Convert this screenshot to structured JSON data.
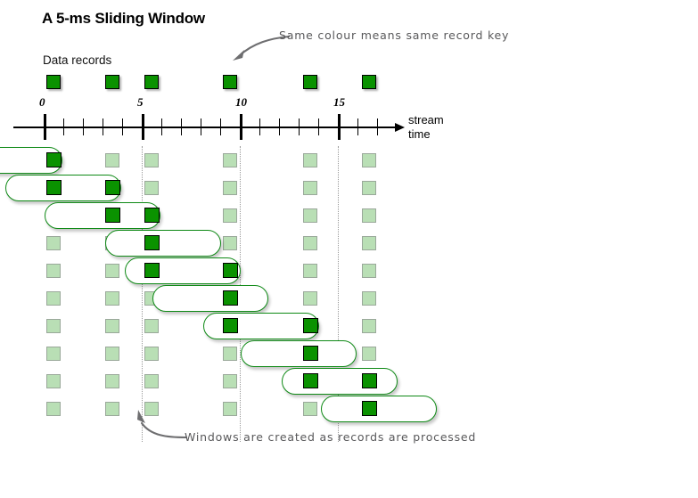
{
  "title": "A 5-ms Sliding Window",
  "records_label": "Data records",
  "axis": {
    "caption_line1": "stream",
    "caption_line2": "time",
    "tick_labels": [
      "0",
      "5",
      "10",
      "15"
    ],
    "tick_values": [
      0,
      5,
      10,
      15
    ],
    "minor_tick_step": 1,
    "range": [
      -0.6,
      18.6
    ]
  },
  "annotations": {
    "top": "Same colour means same record key",
    "bottom": "Windows are created as records are processed"
  },
  "colors": {
    "record_fill": "#0a9200",
    "record_border": "#000000",
    "ghost_fill": "#b9dfb5",
    "ghost_border": "#9aa89a",
    "window_border": "#0f8a16",
    "annotation_text": "#58585a",
    "axis": "#000000",
    "guide": "#9a9a9a"
  },
  "chart_data": {
    "type": "diagram",
    "title": "A 5-ms Sliding Window",
    "xlabel": "stream time",
    "window_size_ms": 5,
    "records": [
      {
        "t": 0.5,
        "key": "A"
      },
      {
        "t": 3.5,
        "key": "A"
      },
      {
        "t": 5.5,
        "key": "A"
      },
      {
        "t": 9.5,
        "key": "A"
      },
      {
        "t": 13.6,
        "key": "A"
      },
      {
        "t": 16.6,
        "key": "A"
      }
    ],
    "ghost_columns_t": [
      0.5,
      3.5,
      5.5,
      9.5,
      13.6,
      16.6
    ],
    "guides_t": [
      5,
      10,
      15
    ],
    "windows": [
      {
        "start": -4.5,
        "end": 0.5,
        "records_t": [
          0.5
        ]
      },
      {
        "start": -1.5,
        "end": 3.5,
        "records_t": [
          0.5,
          3.5
        ]
      },
      {
        "start": 0.5,
        "end": 5.5,
        "records_t": [
          3.5,
          5.5
        ]
      },
      {
        "start": 3.6,
        "end": 8.6,
        "records_t": [
          5.5
        ]
      },
      {
        "start": 4.6,
        "end": 9.6,
        "records_t": [
          5.5,
          9.5
        ]
      },
      {
        "start": 6.0,
        "end": 11.0,
        "records_t": [
          9.5
        ]
      },
      {
        "start": 8.6,
        "end": 13.6,
        "records_t": [
          9.5,
          13.6
        ]
      },
      {
        "start": 10.5,
        "end": 15.5,
        "records_t": [
          13.6
        ]
      },
      {
        "start": 12.6,
        "end": 17.6,
        "records_t": [
          13.6,
          16.6
        ]
      },
      {
        "start": 14.6,
        "end": 19.6,
        "records_t": [
          16.6
        ]
      }
    ]
  }
}
